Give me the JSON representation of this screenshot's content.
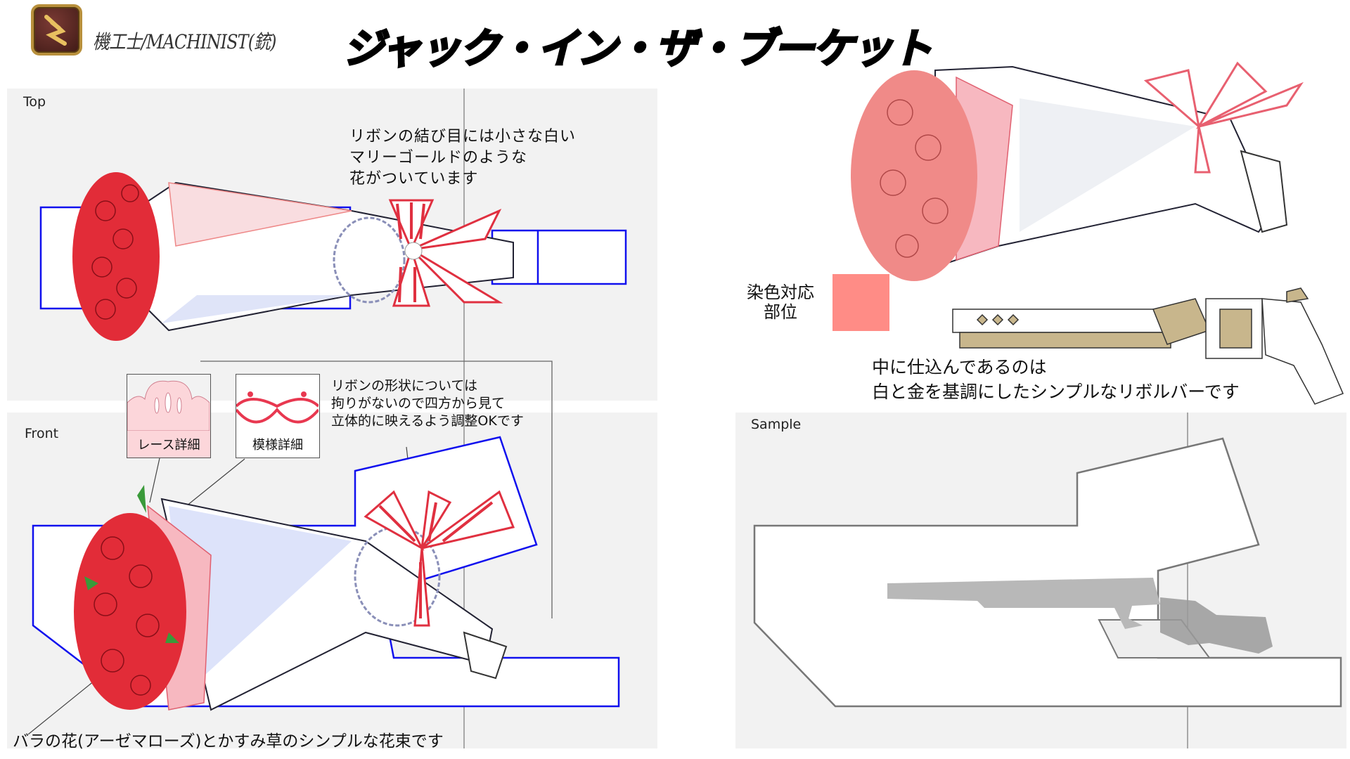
{
  "header": {
    "job_icon": "machinist-job-icon",
    "job_label": "機工士/MACHINIST(銃)",
    "title": "ジャック・イン・ザ・ブーケット"
  },
  "panels": {
    "top": {
      "label": "Top"
    },
    "front": {
      "label": "Front"
    },
    "sample": {
      "label": "Sample"
    }
  },
  "notes": {
    "ribbon_flower": [
      "リボンの結び目には小さな白い",
      "マリーゴールドのような",
      "花がついています"
    ],
    "ribbon_shape": [
      "リボンの形状については",
      "拘りがないので四方から見て",
      "立体的に映えるよう調整OKです"
    ],
    "bouquet": "バラの花(アーゼマローズ)とかすみ草のシンプルな花束です",
    "revolver": [
      "中に仕込んであるのは",
      "白と金を基調にしたシンプルなリボルバーです"
    ]
  },
  "details": {
    "lace": "レース詳細",
    "pattern": "模様詳細"
  },
  "dye": {
    "label_lines": [
      "染色対応",
      "部位"
    ],
    "color": "#FF8C86"
  },
  "colors": {
    "outline_blue": "#1010EE",
    "rose_red": "#E8303C",
    "wrap_pink": "#F7B8C0",
    "gold": "#C8B68C",
    "panel_bg": "#F2F2F2"
  }
}
